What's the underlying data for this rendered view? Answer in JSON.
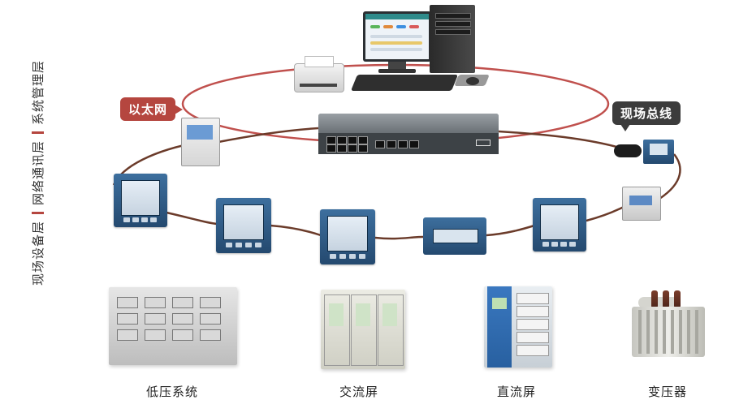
{
  "layers": [
    {
      "label": "现场设备层"
    },
    {
      "label": "网络通讯层"
    },
    {
      "label": "系统管理层"
    }
  ],
  "callouts": {
    "ethernet": "以太网",
    "field_bus": "现场总线"
  },
  "equipment": [
    {
      "label": "低压系统"
    },
    {
      "label": "交流屏"
    },
    {
      "label": "直流屏"
    },
    {
      "label": "变压器"
    }
  ],
  "colors": {
    "ethernet_ring": "#c0504d",
    "field_bus_line": "#6b3b2a",
    "callout_red": "#b5463f",
    "callout_dark": "#3c3c3c",
    "meter_blue": "#2e5a86"
  },
  "icons": {
    "workstation": "desktop-computer-icon",
    "printer": "printer-icon",
    "switch": "network-switch-icon",
    "meter": "power-meter-icon",
    "transformer": "transformer-icon"
  }
}
